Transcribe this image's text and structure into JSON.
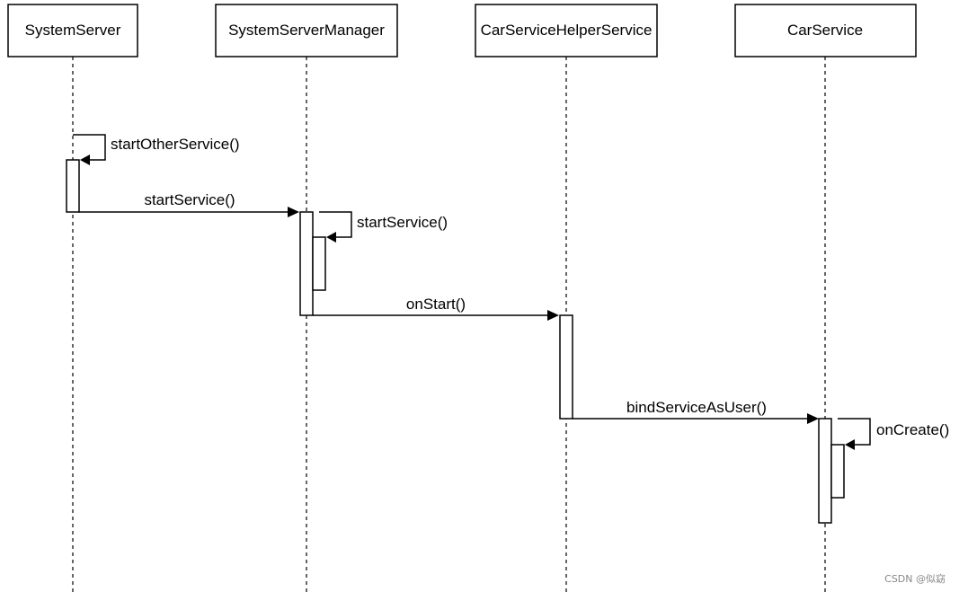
{
  "participants": {
    "system_server": "SystemServer",
    "system_server_manager": "SystemServerManager",
    "car_service_helper_service": "CarServiceHelperService",
    "car_service": "CarService"
  },
  "messages": {
    "start_other_service": "startOtherService()",
    "start_service_call": "startService()",
    "start_service_self": "startService()",
    "on_start": "onStart()",
    "bind_service_as_user": "bindServiceAsUser()",
    "on_create": "onCreate()"
  },
  "watermark": "CSDN @似窈"
}
